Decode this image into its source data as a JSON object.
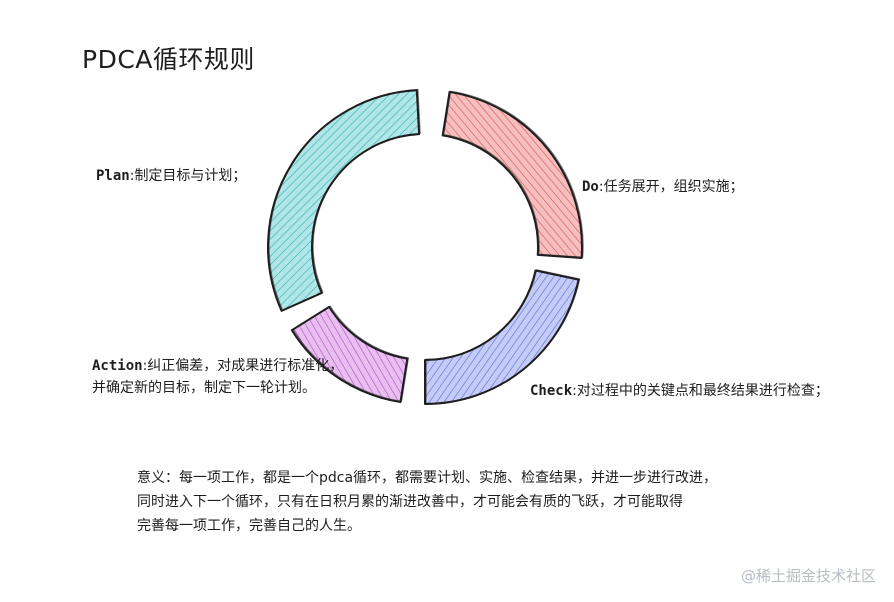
{
  "title": "PDCA循环规则",
  "segments": {
    "plan": {
      "key": "Plan",
      "sep": ":",
      "text": "制定目标与计划；",
      "fill": "#4fc7c9",
      "stroke": "#1e1e1e"
    },
    "do": {
      "key": "Do",
      "sep": ":",
      "text": "任务展开，组织实施；",
      "fill": "#ec6f6f",
      "stroke": "#1e1e1e"
    },
    "check": {
      "key": "Check",
      "sep": ":",
      "text": "对过程中的关键点和最终结果进行检查；",
      "fill": "#7a8bea",
      "stroke": "#1e1e1e"
    },
    "action": {
      "key": "Action",
      "sep": ":",
      "line1": "纠正偏差，对成果进行标准化，",
      "line2": "并确定新的目标，制定下一轮计划。",
      "fill": "#cf6ee0",
      "stroke": "#1e1e1e"
    }
  },
  "meaning": {
    "line1": "意义：每一项工作，都是一个pdca循环，都需要计划、实施、检查结果，并进一步进行改进，",
    "line2": "同时进入下一个循环，只有在日积月累的渐进改善中，才可能会有质的飞跃，才可能取得",
    "line3": "完善每一项工作，完善自己的人生。"
  },
  "watermark": "@稀土掘金技术社区"
}
